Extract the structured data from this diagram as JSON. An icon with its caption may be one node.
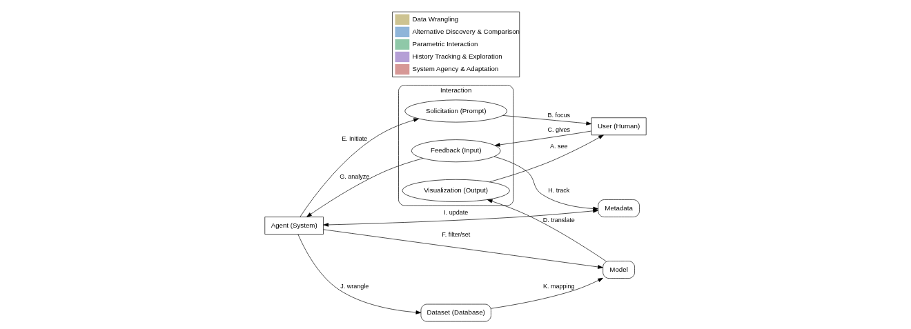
{
  "diagram": {
    "nodes": [
      {
        "text": [
          "User (Human)"
        ]
      },
      {
        "text": [
          "Interaction"
        ]
      },
      {
        "text": [
          "Visualization (Output)"
        ],
        "in": 1
      },
      {
        "text": [
          "Solicitation (Prompt)"
        ],
        "in": 1
      },
      {
        "text": [
          "Feedback (Input)"
        ],
        "in": 1
      },
      {
        "text": [
          "Model"
        ]
      },
      {
        "text": [
          "Agent (System)"
        ]
      },
      {
        "text": [
          "Dataset (Database)"
        ]
      },
      {
        "text": [
          "Metadata"
        ]
      }
    ],
    "edges": [
      {
        "from": 2,
        "to": 0,
        "arrow": "to",
        "label": "A. see"
      },
      {
        "from": 3,
        "to": 0,
        "arrow": "to",
        "label": "B. focus"
      },
      {
        "from": 0,
        "to": 4,
        "arrow": "to",
        "label": "C. gives"
      },
      {
        "from": 5,
        "to": 2,
        "arrow": "to",
        "label": "D. translate"
      },
      {
        "from": 6,
        "to": 3,
        "arrow": "to",
        "label": "E. initiate"
      },
      {
        "from": 6,
        "to": 5,
        "arrow": "to",
        "label": "F. filter/set"
      },
      {
        "from": 4,
        "to": 6,
        "arrow": "to",
        "label": "G. analyze"
      },
      {
        "from": 4,
        "to": 8,
        "arrow": "to",
        "label": "H. track"
      },
      {
        "from": 6,
        "to": 8,
        "arrow": "both",
        "label": "I. update"
      },
      {
        "from": 6,
        "to": 7,
        "arrow": "to",
        "label": "J. wrangle"
      },
      {
        "from": 7,
        "to": 5,
        "arrow": "to",
        "label": "K. mapping"
      }
    ],
    "legend": [
      {
        "text": "Data Wrangling",
        "color": "#cdc391"
      },
      {
        "text": "Alternative Discovery & Comparison",
        "color": "#8fb5d9"
      },
      {
        "text": "Parametric Interaction",
        "color": "#8fc8a8"
      },
      {
        "text": "History Tracking & Exploration",
        "color": "#b59fd6"
      },
      {
        "text": "System Agency & Adaptation",
        "color": "#d69896"
      }
    ]
  }
}
